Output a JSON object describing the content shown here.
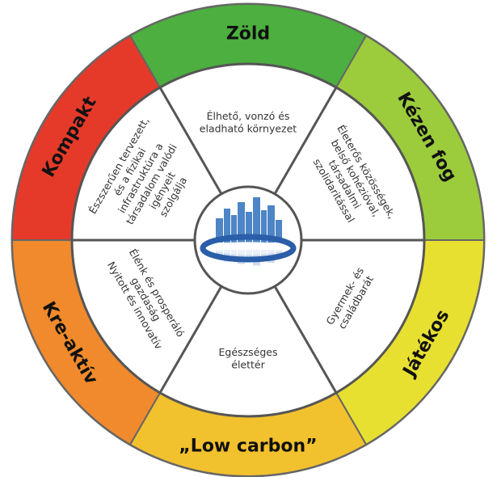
{
  "diagram": {
    "segments": [
      {
        "key": "zold",
        "label": "Zöld",
        "color": "#4caf3f",
        "inner": [
          "Élhető, vonzó és",
          "eladható  környezet"
        ]
      },
      {
        "key": "kezen-fog",
        "label": "Kézen fog",
        "color": "#9ccc3c",
        "inner": [
          "Életerős közösségek,",
          "belső kohézióval,",
          "társadalmi",
          "szolidaritással"
        ]
      },
      {
        "key": "jatekos",
        "label": "Játékos",
        "color": "#e8e030",
        "inner": [
          "Gyermek- és",
          "családbarát"
        ]
      },
      {
        "key": "low-carbon",
        "label": "„Low carbon”",
        "color": "#f2c12e",
        "inner": [
          "Egészséges",
          "élettér"
        ]
      },
      {
        "key": "kre-aktiv",
        "label": "Kre-aktív",
        "color": "#f08a2c",
        "inner": [
          "Élénk és prosperáló",
          "gazdaság",
          "Nyitott és innovatív"
        ]
      },
      {
        "key": "kompakt",
        "label": "Kompakt",
        "color": "#e53a2a",
        "inner": [
          "Észszerűen tervezett,",
          "és a fizikai",
          "infrastruktúra a",
          "társadalom valódi",
          "igényeit",
          "szolgálja"
        ]
      }
    ],
    "center_icon": "city-skyline-icon",
    "colors": {
      "divider": "#555555",
      "inner_fill": "#ffffff",
      "city_blue": "#3a78c0",
      "ring_blue": "#2a5ea8"
    }
  }
}
